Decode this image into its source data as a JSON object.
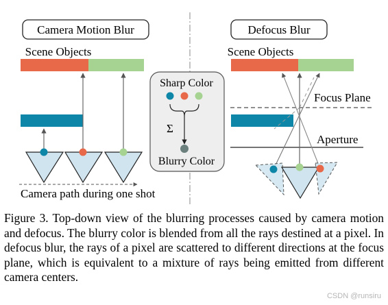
{
  "panels": {
    "left_title": "Camera Motion Blur",
    "right_title": "Defocus Blur",
    "scene_objects_left": "Scene Objects",
    "scene_objects_right": "Scene Objects",
    "camera_path": "Camera path during one shot",
    "focus_plane": "Focus Plane",
    "aperture": "Aperture"
  },
  "center": {
    "sharp_color": "Sharp Color",
    "sigma": "Σ",
    "blurry_color": "Blurry Color"
  },
  "caption": "Figure 3. Top-down view of the blurring processes caused by camera motion and defocus. The blurry color is blended from all the rays destined at a pixel. In defocus blur, the rays of a pixel are scattered to different directions at the focus plane, which is equivalent to a mixture of rays being emitted from different camera centers.",
  "watermark": "CSDN @runsiru",
  "colors": {
    "red": "#E8684A",
    "green": "#A6D391",
    "blue": "#0E86A8",
    "blurry": "#6B807D",
    "camera_fill": "#CFE4EF",
    "box_fill": "#EEEEEE"
  }
}
